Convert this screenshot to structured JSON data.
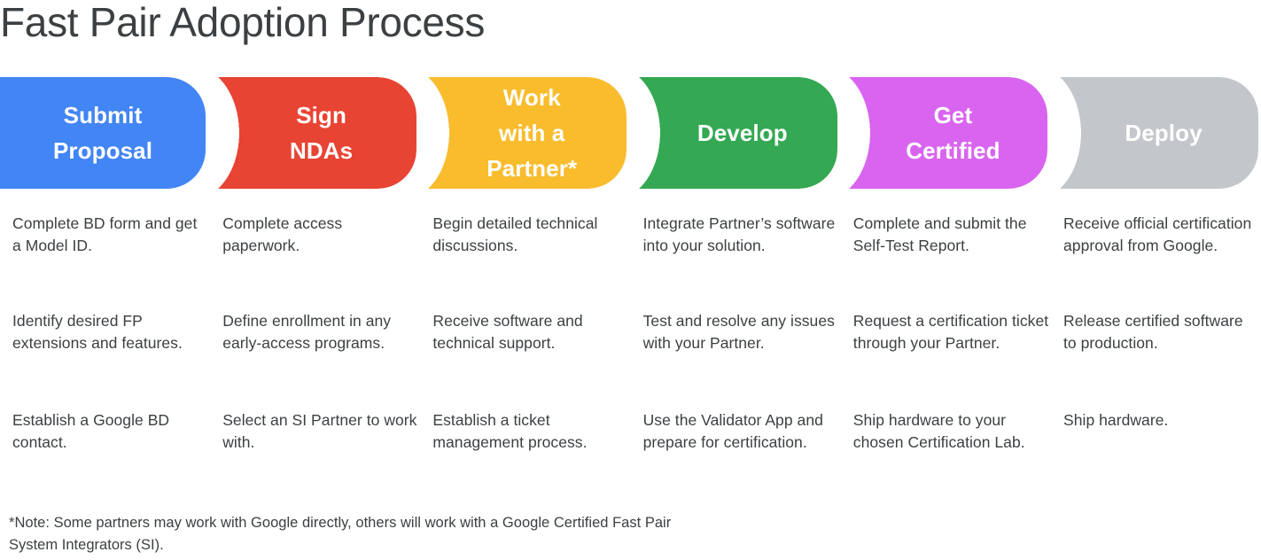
{
  "page": {
    "title": "Fast Pair Adoption Process",
    "title_color": "#3c4043",
    "background": "#ffffff",
    "body_text_color": "#3c4043"
  },
  "banner": {
    "shape": "chevron-arrow",
    "stages": [
      {
        "label": "Submit\nProposal",
        "color": "#4285f4",
        "name": "submit-proposal"
      },
      {
        "label": "Sign\nNDAs",
        "color": "#e84434",
        "name": "sign-ndas"
      },
      {
        "label": "Work\nwith a\nPartner*",
        "color": "#f9bc2d",
        "name": "work-with-a-partner"
      },
      {
        "label": "Develop",
        "color": "#34a853",
        "name": "develop"
      },
      {
        "label": "Get\nCertified",
        "color": "#d964f0",
        "name": "get-certified"
      },
      {
        "label": "Deploy",
        "color": "#c3c7cb",
        "name": "deploy"
      }
    ]
  },
  "columns": [
    {
      "stage": "Submit Proposal",
      "tasks": [
        "Complete BD form and get a Model ID.",
        "Identify desired FP extensions and features.",
        "Establish a Google BD contact."
      ]
    },
    {
      "stage": "Sign NDAs",
      "tasks": [
        "Complete access paperwork.",
        "Define enrollment in any early-access programs.",
        "Select an SI Partner to work with."
      ]
    },
    {
      "stage": "Work with a Partner*",
      "tasks": [
        "Begin detailed technical discussions.",
        "Receive software and technical support.",
        "Establish a ticket management process."
      ]
    },
    {
      "stage": "Develop",
      "tasks": [
        "Integrate Partner’s software into your solution.",
        "Test and resolve any issues with your Partner.",
        "Use the Validator App and prepare for certification."
      ]
    },
    {
      "stage": "Get Certified",
      "tasks": [
        "Complete and submit the Self-Test Report.",
        "Request a certification ticket through your Partner.",
        "Ship hardware to your chosen Certification Lab."
      ]
    },
    {
      "stage": "Deploy",
      "tasks": [
        "Receive official certification approval from Google.",
        "Release certified software to production.",
        "Ship hardware."
      ]
    }
  ],
  "footnote": "*Note: Some partners may work with Google directly, others will work with a Google Certified Fast Pair System Integrators (SI)."
}
